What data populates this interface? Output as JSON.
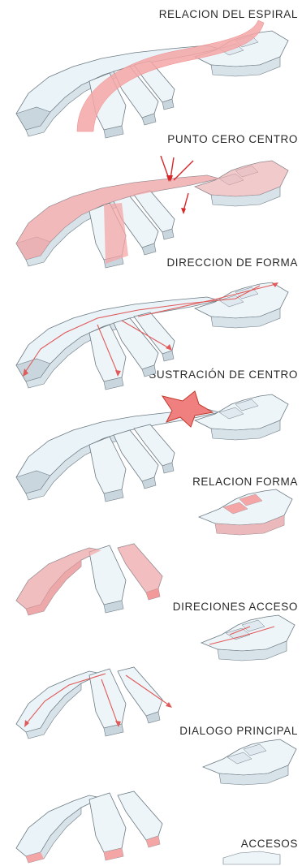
{
  "panels": [
    {
      "label": "RELACION DEL ESPIRAL"
    },
    {
      "label": "PUNTO CERO CENTRO"
    },
    {
      "label": "DIRECCION DE FORMA"
    },
    {
      "label": "SUSTRACIÓN DE CENTRO"
    },
    {
      "label": "RELACION FORMA"
    },
    {
      "label": "DIRECIONES ACCESO"
    },
    {
      "label": "DIALOGO PRINCIPAL"
    },
    {
      "label": "ACCESOS"
    }
  ],
  "colors": {
    "massing_fill": "#eaf3f8",
    "massing_shade": "#c9d6de",
    "massing_edge": "#6d7b84",
    "accent": "#f4a6a6",
    "accent_line": "#e05a5a"
  }
}
